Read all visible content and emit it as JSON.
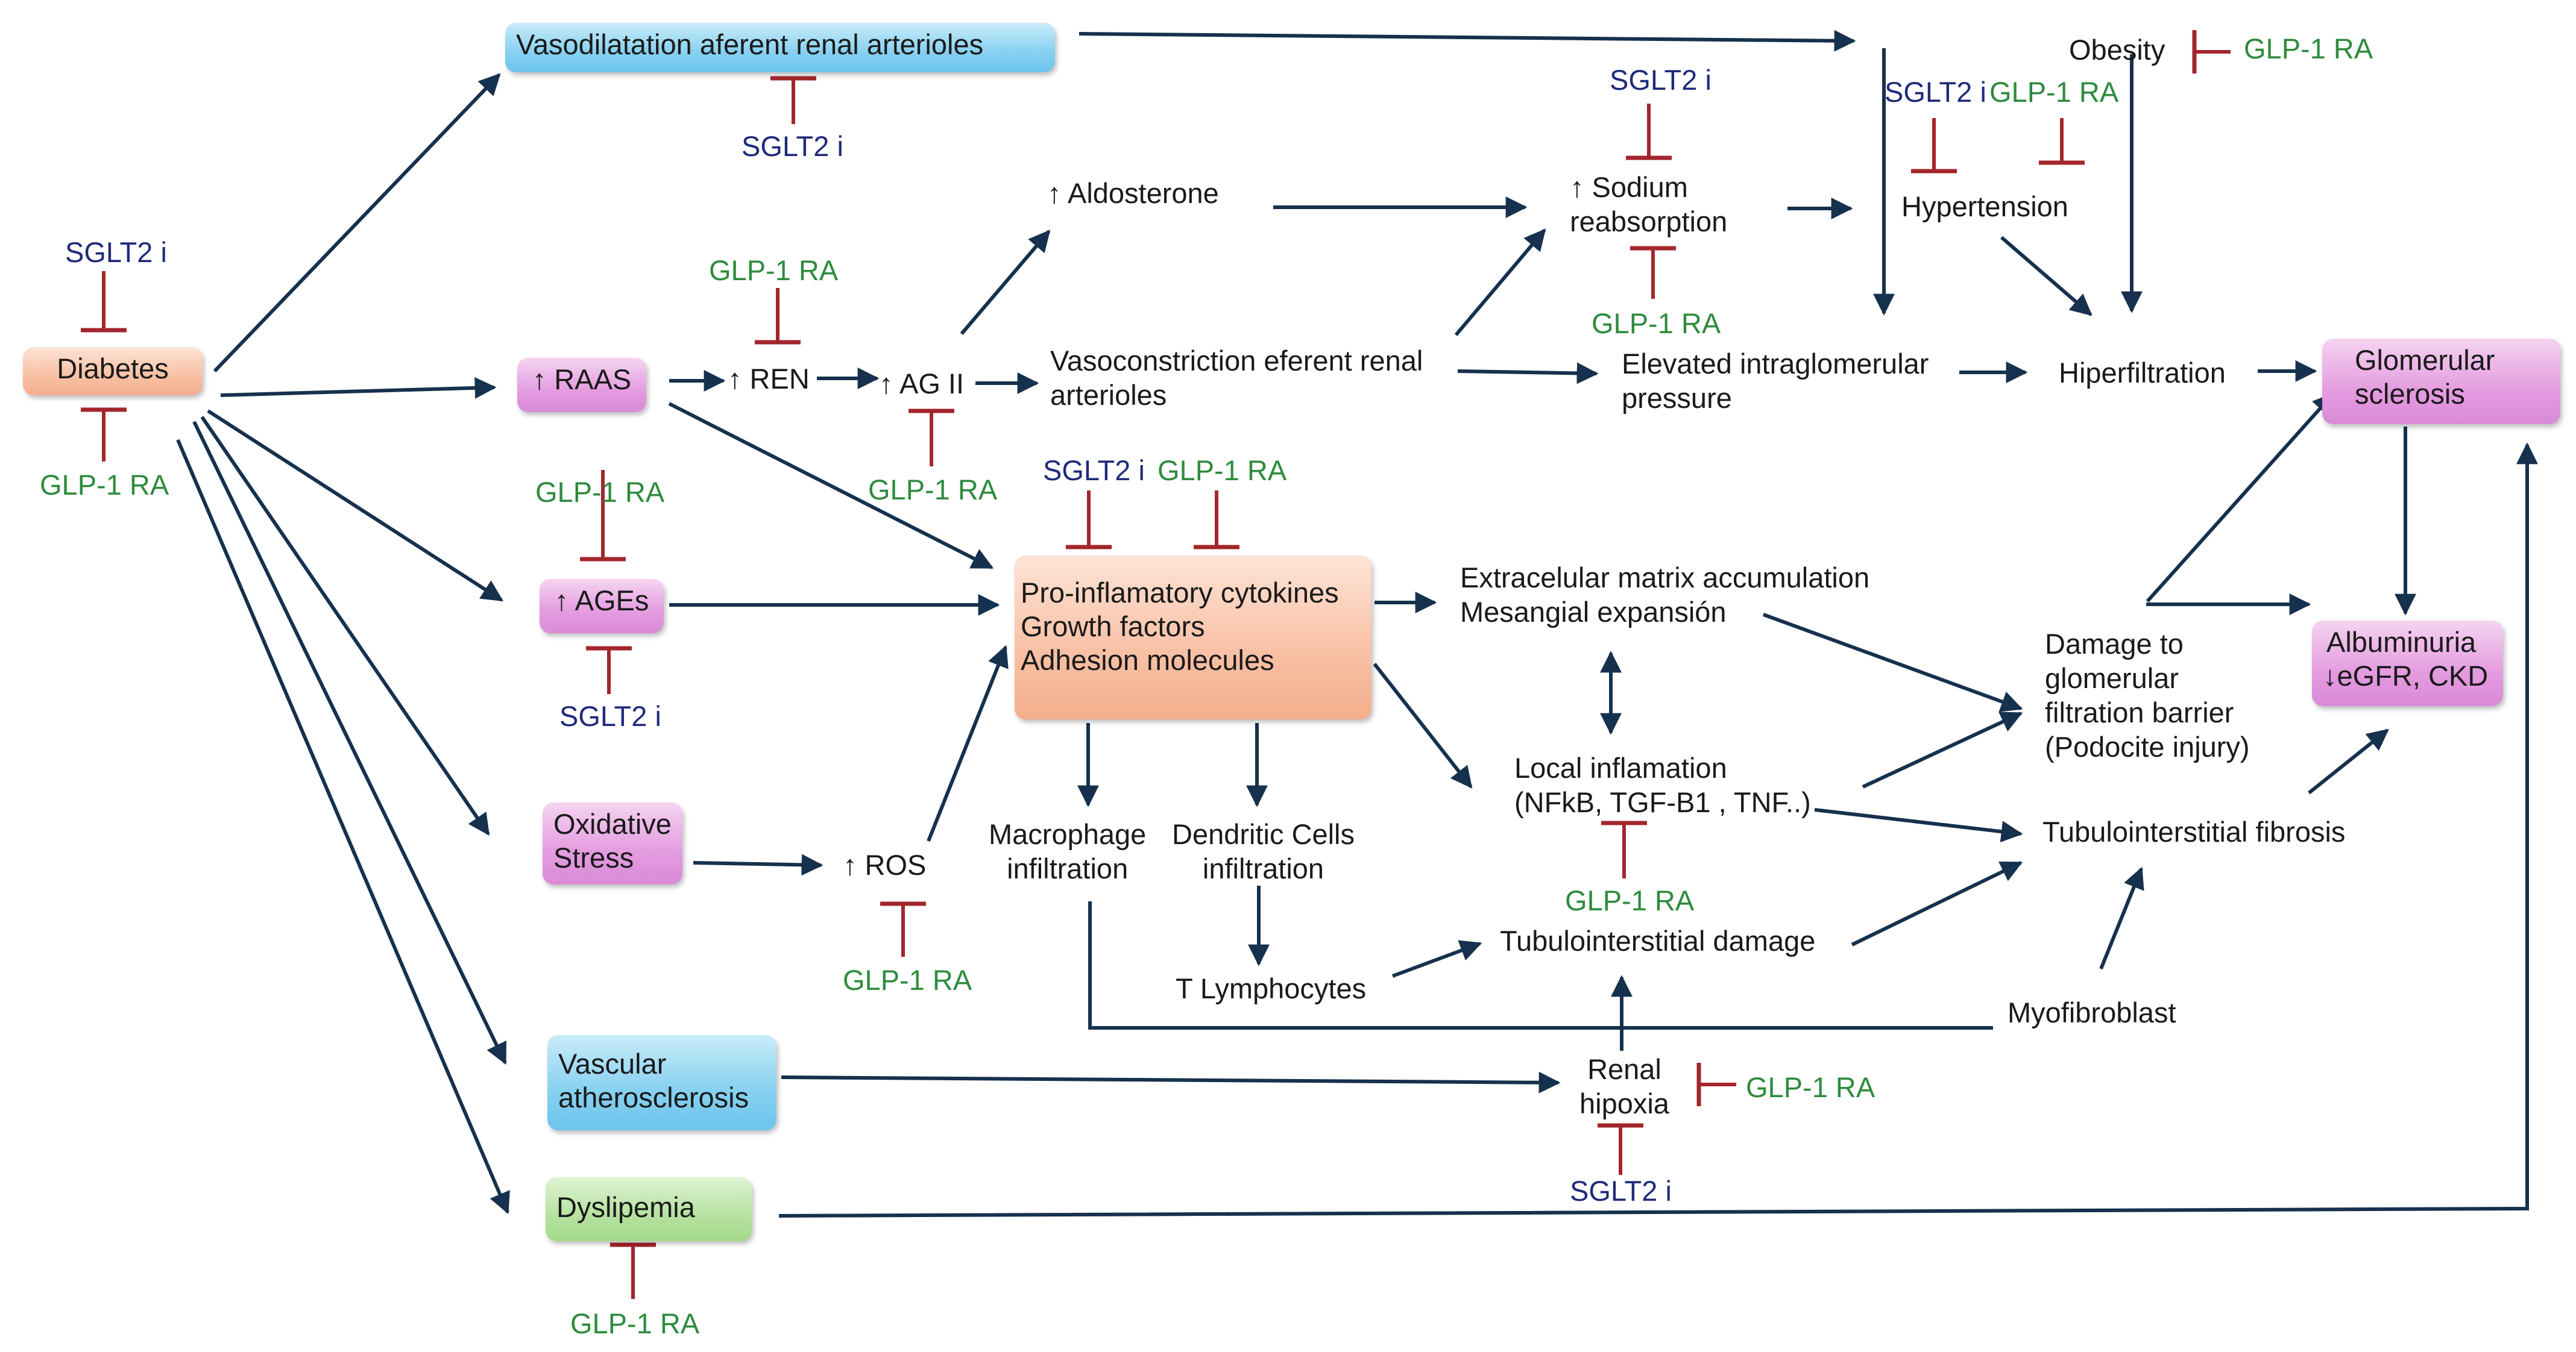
{
  "colors": {
    "arrow": "#16314d",
    "inhibit": "#a3262c",
    "sglt2": "#1f2a7a",
    "glp1": "#2e8b3e"
  },
  "nodes": {
    "vasodilatation": "Vasodilatation aferent renal arterioles",
    "diabetes": "Diabetes",
    "raas": "↑ RAAS",
    "ren": "↑ REN",
    "ag2": "↑ AG II",
    "aldosterone": "↑ Aldosterone",
    "sodium": [
      "↑ Sodium",
      "reabsorption"
    ],
    "vasoconstriction": [
      "Vasoconstriction  eferent renal",
      "arterioles"
    ],
    "elevated_pressure": [
      "Elevated intraglomerular",
      "pressure"
    ],
    "hypertension": "Hypertension",
    "obesity": "Obesity",
    "hiperfiltration": "Hiperfiltration",
    "glomerular_sclerosis": [
      "Glomerular",
      "sclerosis"
    ],
    "ages": "↑ AGEs",
    "cytokines": [
      "Pro-inflamatory  cytokines",
      "Growth factors",
      "Adhesion molecules"
    ],
    "ecm": [
      "Extracelular matrix accumulation",
      "Mesangial expansión"
    ],
    "damage_barrier": [
      "Damage to",
      "glomerular",
      "filtration barrier",
      "(Podocite injury)"
    ],
    "albuminuria": [
      "Albuminuria",
      "↓eGFR, CKD"
    ],
    "oxidative": [
      "Oxidative",
      "Stress"
    ],
    "ros": "↑ ROS",
    "macrophage": [
      "Macrophage",
      "infiltration"
    ],
    "dendritic": [
      "Dendritic Cells",
      "infiltration"
    ],
    "local_inflammation": [
      "Local inflamation",
      "(NFkB, TGF-B1 ,  TNF..)"
    ],
    "tubulo_fibrosis": "Tubulointerstitial fibrosis",
    "tubulo_damage": "Tubulointerstitial damage",
    "t_lymphocytes": "T Lymphocytes",
    "myofibroblast": "Myofibroblast",
    "vascular": [
      "Vascular",
      "atherosclerosis"
    ],
    "renal_hipoxia": [
      "Renal",
      "hipoxia"
    ],
    "dyslipemia": "Dyslipemia"
  },
  "drugs": {
    "sglt2": "SGLT2 i",
    "glp1": "GLP-1  RA"
  }
}
